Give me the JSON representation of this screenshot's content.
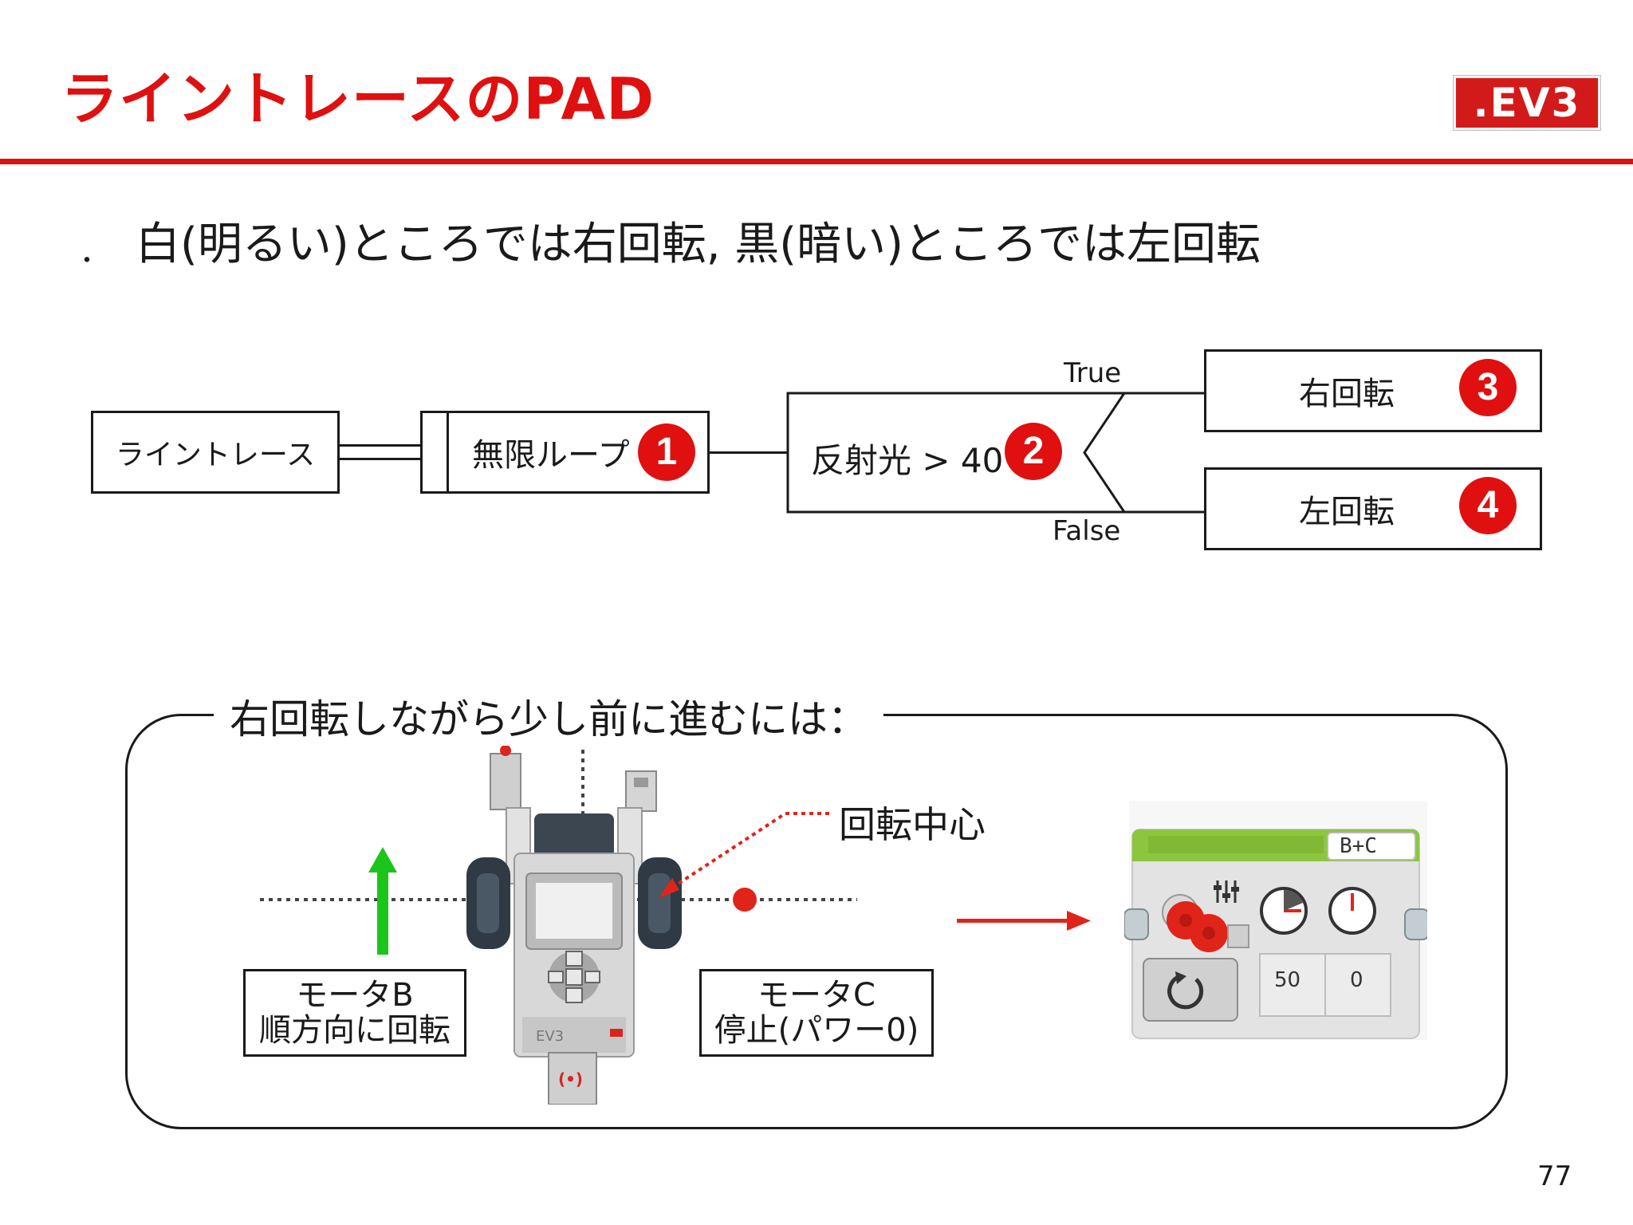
{
  "header": {
    "title": "ライントレースのPAD",
    "logo_text": ".EV3",
    "accent_color": "#e01010"
  },
  "bullet": {
    "marker": "・",
    "text": "白(明るい)ところでは右回転,  黒(暗い)ところでは左回転"
  },
  "pad": {
    "root": "ライントレース",
    "loop": "無限ループ",
    "condition": "反射光 > 40",
    "true_label": "True",
    "false_label": "False",
    "true_action": "右回転",
    "false_action": "左回転",
    "badges": [
      "1",
      "2",
      "3",
      "4"
    ]
  },
  "panel": {
    "title": "右回転しながら少し前に進むには：",
    "center_label": "回転中心",
    "motor_b": {
      "line1": "モータB",
      "line2": "順方向に回転"
    },
    "motor_c": {
      "line1": "モータC",
      "line2": "停止(パワー0)"
    },
    "robot_label": "EV3"
  },
  "move_block": {
    "ports": "B+C",
    "mode_icon": "rotate-icon",
    "left_power": "50",
    "right_power": "0"
  },
  "footer": {
    "page_number": "77"
  }
}
